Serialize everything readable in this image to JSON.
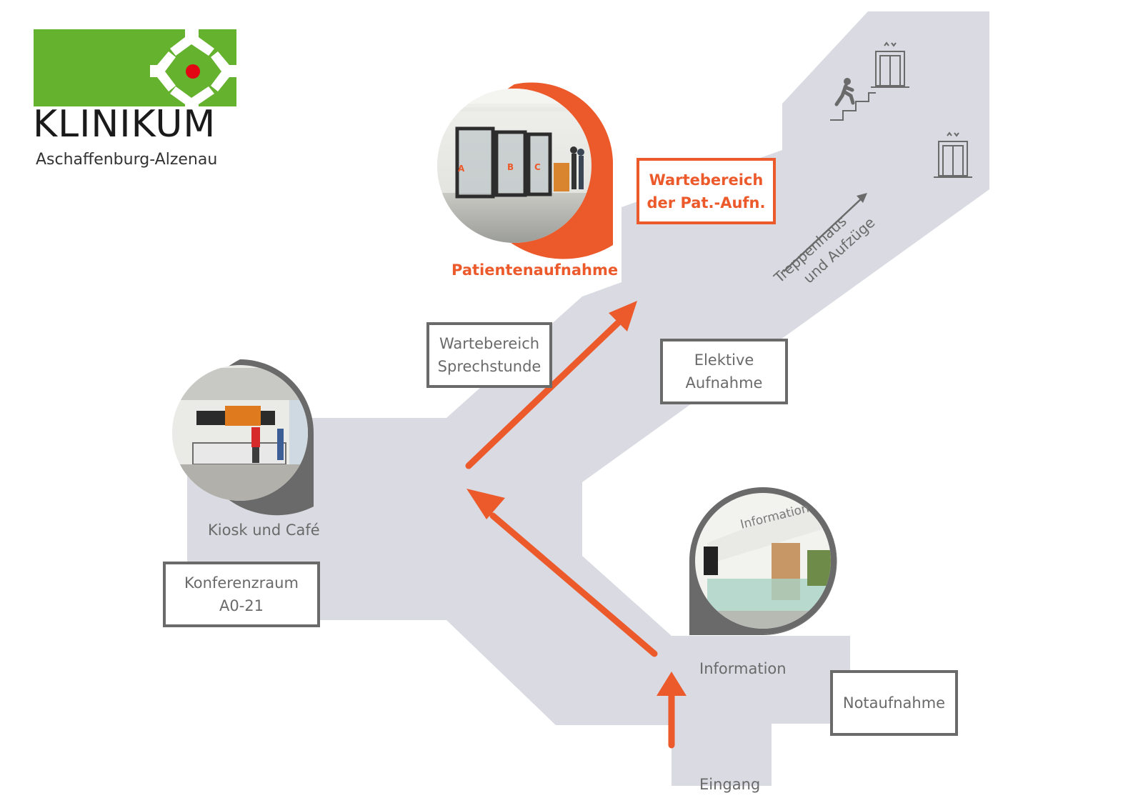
{
  "logo": {
    "brand": "KLINIKUM",
    "subtitle": "Aschaffenburg-Alzenau",
    "colors": {
      "green": "#64b22e",
      "dot": "#e30613",
      "text": "#1a1a1a"
    }
  },
  "colors": {
    "corridor": "#d9dae2",
    "accent": "#ec5a2b",
    "gray": "#6a6a6a"
  },
  "locations": {
    "patientenaufnahme": "Patientenaufnahme",
    "kiosk": "Kiosk und Café",
    "information": "Information",
    "eingang": "Eingang"
  },
  "rooms": {
    "wartebereich_pat": [
      "Wartebereich",
      "der Pat.-Aufn."
    ],
    "wartebereich_sprech": [
      "Wartebereich",
      "Sprechstunde"
    ],
    "elektive": [
      "Elektive",
      "Aufnahme"
    ],
    "konferenz": [
      "Konferenzraum",
      "A0-21"
    ],
    "notaufnahme": "Notaufnahme"
  },
  "stairs": {
    "line1": "Treppenhaus",
    "line2": "und Aufzüge"
  },
  "photo_text": {
    "information_sign": "Information",
    "counter_letters": [
      "A",
      "B",
      "C"
    ]
  },
  "icons": [
    "elevator-icon",
    "stairs-person-icon",
    "arrow-up-right-icon"
  ]
}
